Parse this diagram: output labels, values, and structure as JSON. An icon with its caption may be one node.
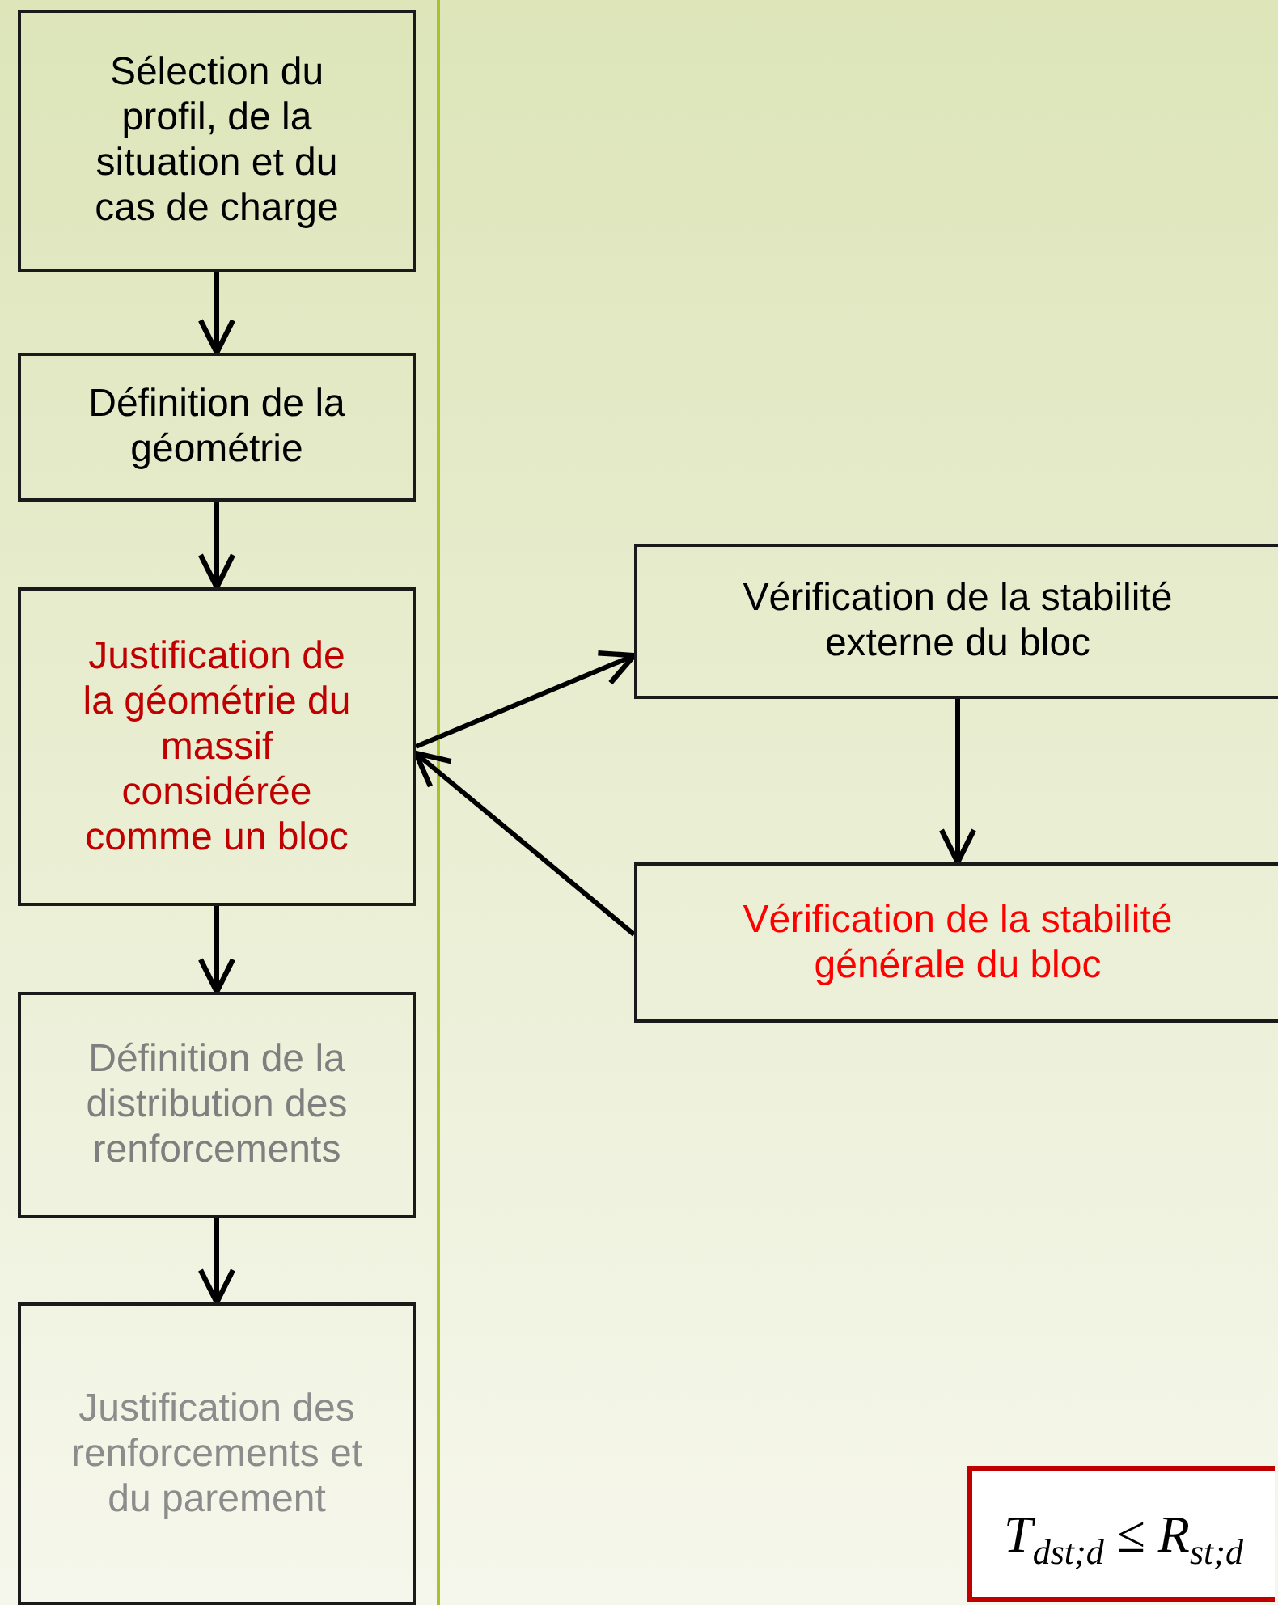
{
  "diagram": {
    "nodes": [
      {
        "text": [
          "Sélection du profil, de la situation et du cas de charge"
        ]
      },
      {
        "text": [
          "Définition de la géométrie"
        ]
      },
      {
        "text": [
          "Justification de la géométrie du massif considérée comme un bloc"
        ]
      },
      {
        "text": [
          "Définition de la distribution des renforcements"
        ]
      },
      {
        "text": [
          "Justification des renforcements et du parement"
        ]
      },
      {
        "text": [
          "Vérification de la stabilité externe du bloc"
        ]
      },
      {
        "text": [
          "Vérification de la stabilité générale du bloc"
        ]
      }
    ],
    "edges": [
      {
        "from": 0,
        "to": 1,
        "arrow": "to"
      },
      {
        "from": 1,
        "to": 2,
        "arrow": "to"
      },
      {
        "from": 2,
        "to": 3,
        "arrow": "to"
      },
      {
        "from": 3,
        "to": 4,
        "arrow": "to"
      },
      {
        "from": 2,
        "to": 5,
        "arrow": "to"
      },
      {
        "from": 5,
        "to": 6,
        "arrow": "to"
      },
      {
        "from": 6,
        "to": 2,
        "arrow": "to"
      }
    ],
    "labels": [
      "*T*$_{dst;d}$ ≤ *R*$_{st;d}$"
    ]
  }
}
